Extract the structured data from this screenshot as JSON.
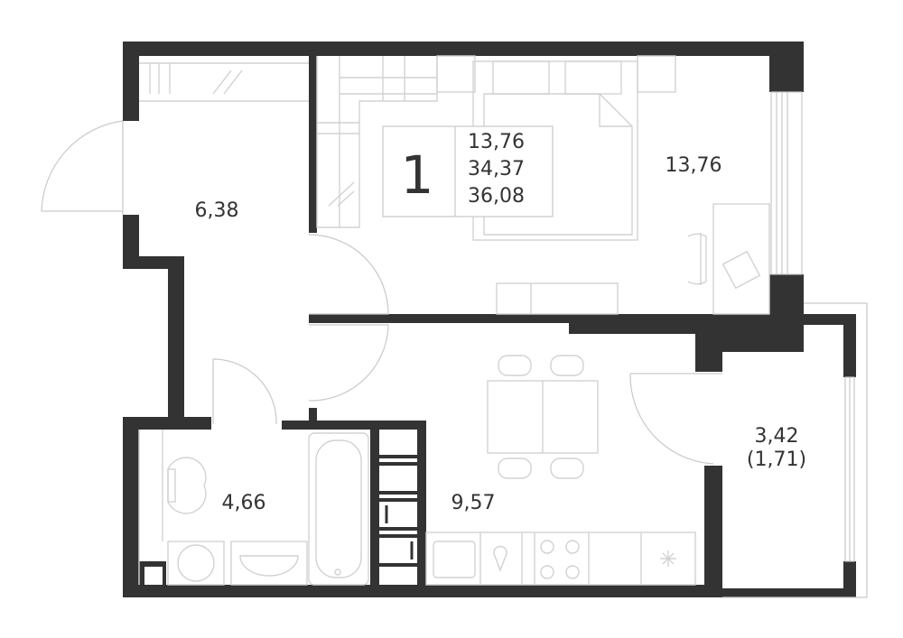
{
  "unit_info": {
    "rooms_count": "1",
    "living_area": "13,76",
    "total_area": "34,37",
    "total_area_with_balcony": "36,08"
  },
  "rooms": {
    "bedroom": "13,76",
    "hallway": "6,38",
    "bathroom": "4,66",
    "kitchen": "9,57",
    "balcony": "3,42",
    "balcony_reduced": "(1,71)"
  },
  "colors": {
    "wall": "#333333",
    "furniture": "#d2d2d2",
    "background": "#ffffff"
  }
}
